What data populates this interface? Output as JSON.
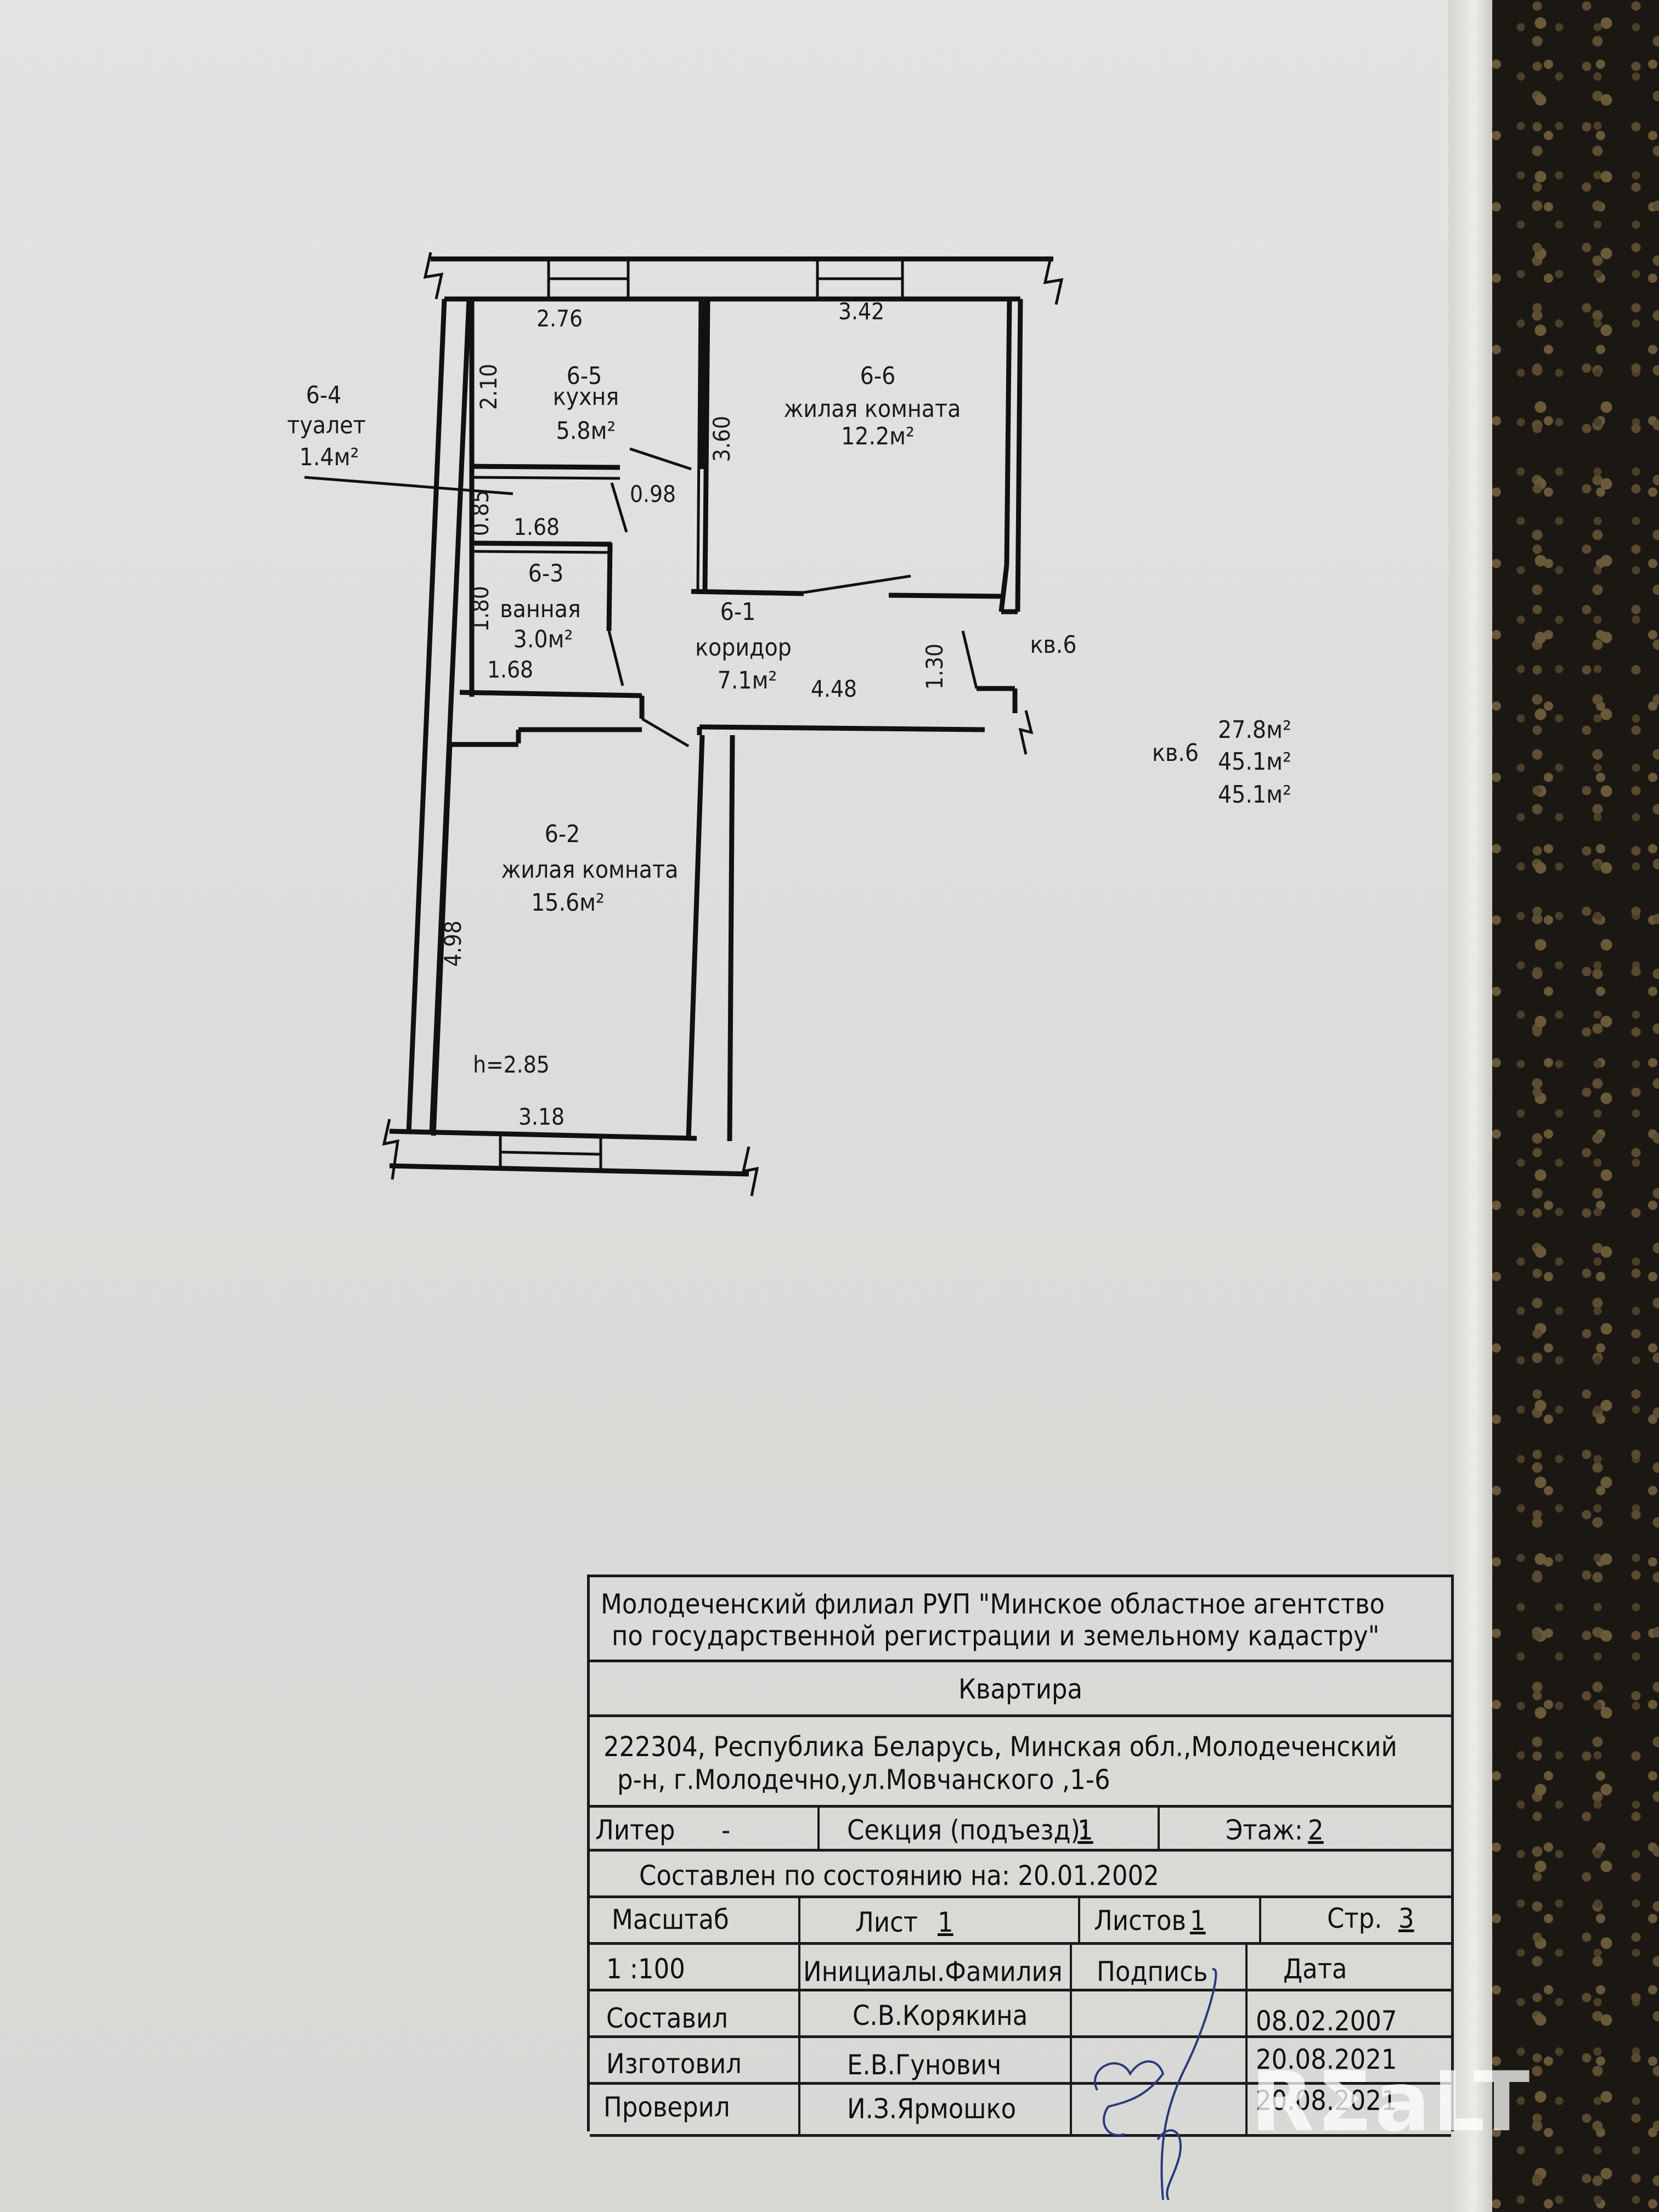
{
  "plan": {
    "rooms": [
      {
        "id": "6-1",
        "name": "коридор",
        "area": "7.1м²"
      },
      {
        "id": "6-2",
        "name": "жилая комната",
        "area": "15.6м²"
      },
      {
        "id": "6-3",
        "name": "ванная",
        "area": "3.0м²"
      },
      {
        "id": "6-4",
        "name": "туалет",
        "area": "1.4м²"
      },
      {
        "id": "6-5",
        "name": "кухня",
        "area": "5.8м²"
      },
      {
        "id": "6-6",
        "name": "жилая комната",
        "area": "12.2м²"
      }
    ],
    "dimensions": {
      "kitchen_width": "2.76",
      "kitchen_depth": "2.10",
      "room66_width": "3.42",
      "room66_depth": "3.60",
      "toilet_door": "0.98",
      "toilet_depth": "0.85",
      "toilet_width": "1.68",
      "bath_depth": "1.80",
      "bath_width": "1.68",
      "corridor_length": "4.48",
      "corridor_width": "1.30",
      "room62_depth": "4.98",
      "room62_width": "3.18",
      "ceiling_height": "h=2.85"
    },
    "apartment_tag": "кв.6"
  },
  "summary": {
    "apartment": "кв.6",
    "living_area": "27.8м²",
    "total_area": "45.1м²",
    "total_area_2": "45.1м²"
  },
  "titleblock": {
    "org_line1": "Молодеченский филиал РУП \"Минское областное агентство",
    "org_line2": "по государственной  регистрации и земельному кадастру\"",
    "object": "Квартира",
    "address_line1": "222304, Республика Беларусь, Минская обл.,Молодеченский",
    "address_line2": "р-н, г.Молодечно,ул.Мовчанского ,1-6",
    "liter_label": "Литер",
    "liter_value": "-",
    "section_label": "Секция (подъезд):",
    "section_value": "1",
    "floor_label": "Этаж:",
    "floor_value": "2",
    "compiled_as_of": "Составлен по состоянию на: 20.01.2002",
    "scale_label": "Масштаб",
    "sheet_label": "Лист",
    "sheet_value": "1",
    "sheets_label": "Листов",
    "sheets_value": "1",
    "page_label": "Стр.",
    "page_value": "3",
    "scale_value": "1 :100",
    "col_name": "Инициалы.Фамилия",
    "col_signature": "Подпись",
    "col_date": "Дата",
    "rows": [
      {
        "role": "Составил",
        "name": "С.В.Корякина",
        "date": "08.02.2007"
      },
      {
        "role": "Изготовил",
        "name": "Е.В.Гунович",
        "date": "20.08.2021"
      },
      {
        "role": "Проверил",
        "name": "И.З.Ярмошко",
        "date": "20.08.2021"
      }
    ]
  },
  "watermark": "RΣaLT"
}
